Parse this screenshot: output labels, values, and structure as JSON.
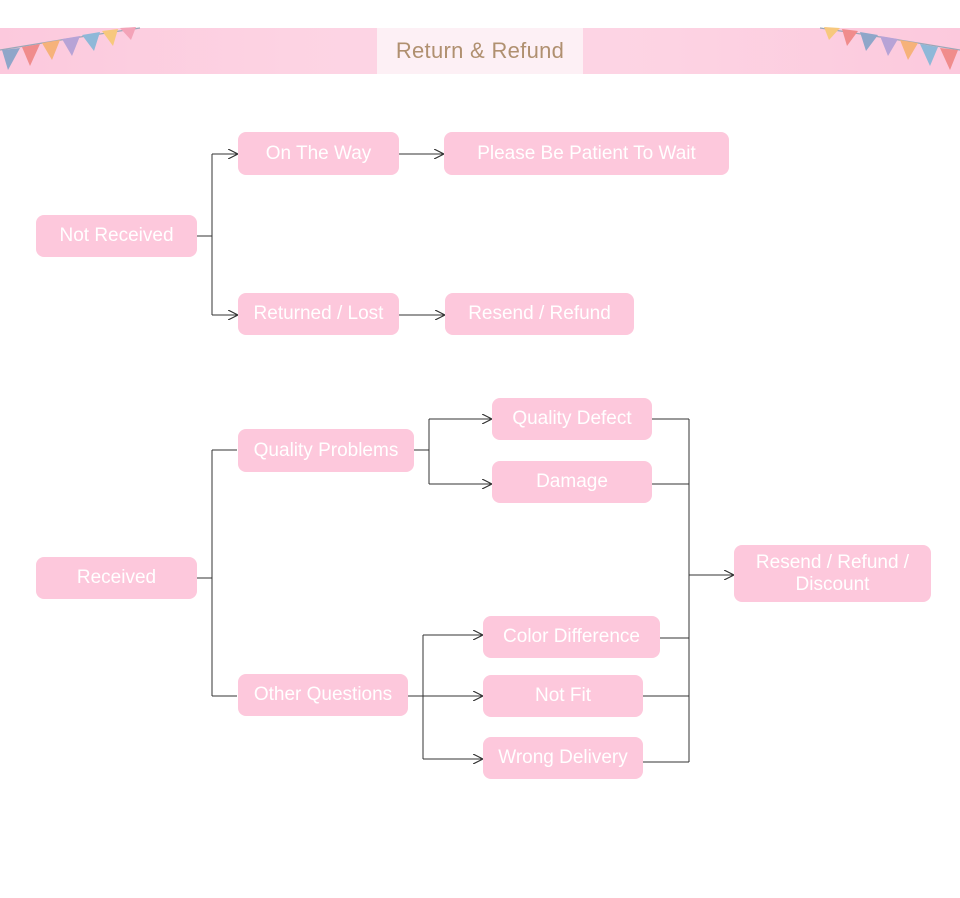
{
  "header": {
    "title": "Return & Refund",
    "colors": {
      "banner": "#fcc9dd",
      "title_box": "#fdf0f5",
      "title_text": "#b09070"
    }
  },
  "flowchart": {
    "node_color": "#fdc8dc",
    "node_text_color": "#ffffff",
    "line_color": "#333333",
    "not_received": {
      "root": "Not Received",
      "on_the_way": "On The Way",
      "please_wait": "Please Be Patient To Wait",
      "returned_lost": "Returned / Lost",
      "resend_refund": "Resend / Refund"
    },
    "received": {
      "root": "Received",
      "quality_problems": "Quality Problems",
      "quality_defect": "Quality Defect",
      "damage": "Damage",
      "other_questions": "Other Questions",
      "color_difference": "Color Difference",
      "not_fit": "Not Fit",
      "wrong_delivery": "Wrong Delivery",
      "outcome": "Resend / Refund / Discount"
    }
  }
}
